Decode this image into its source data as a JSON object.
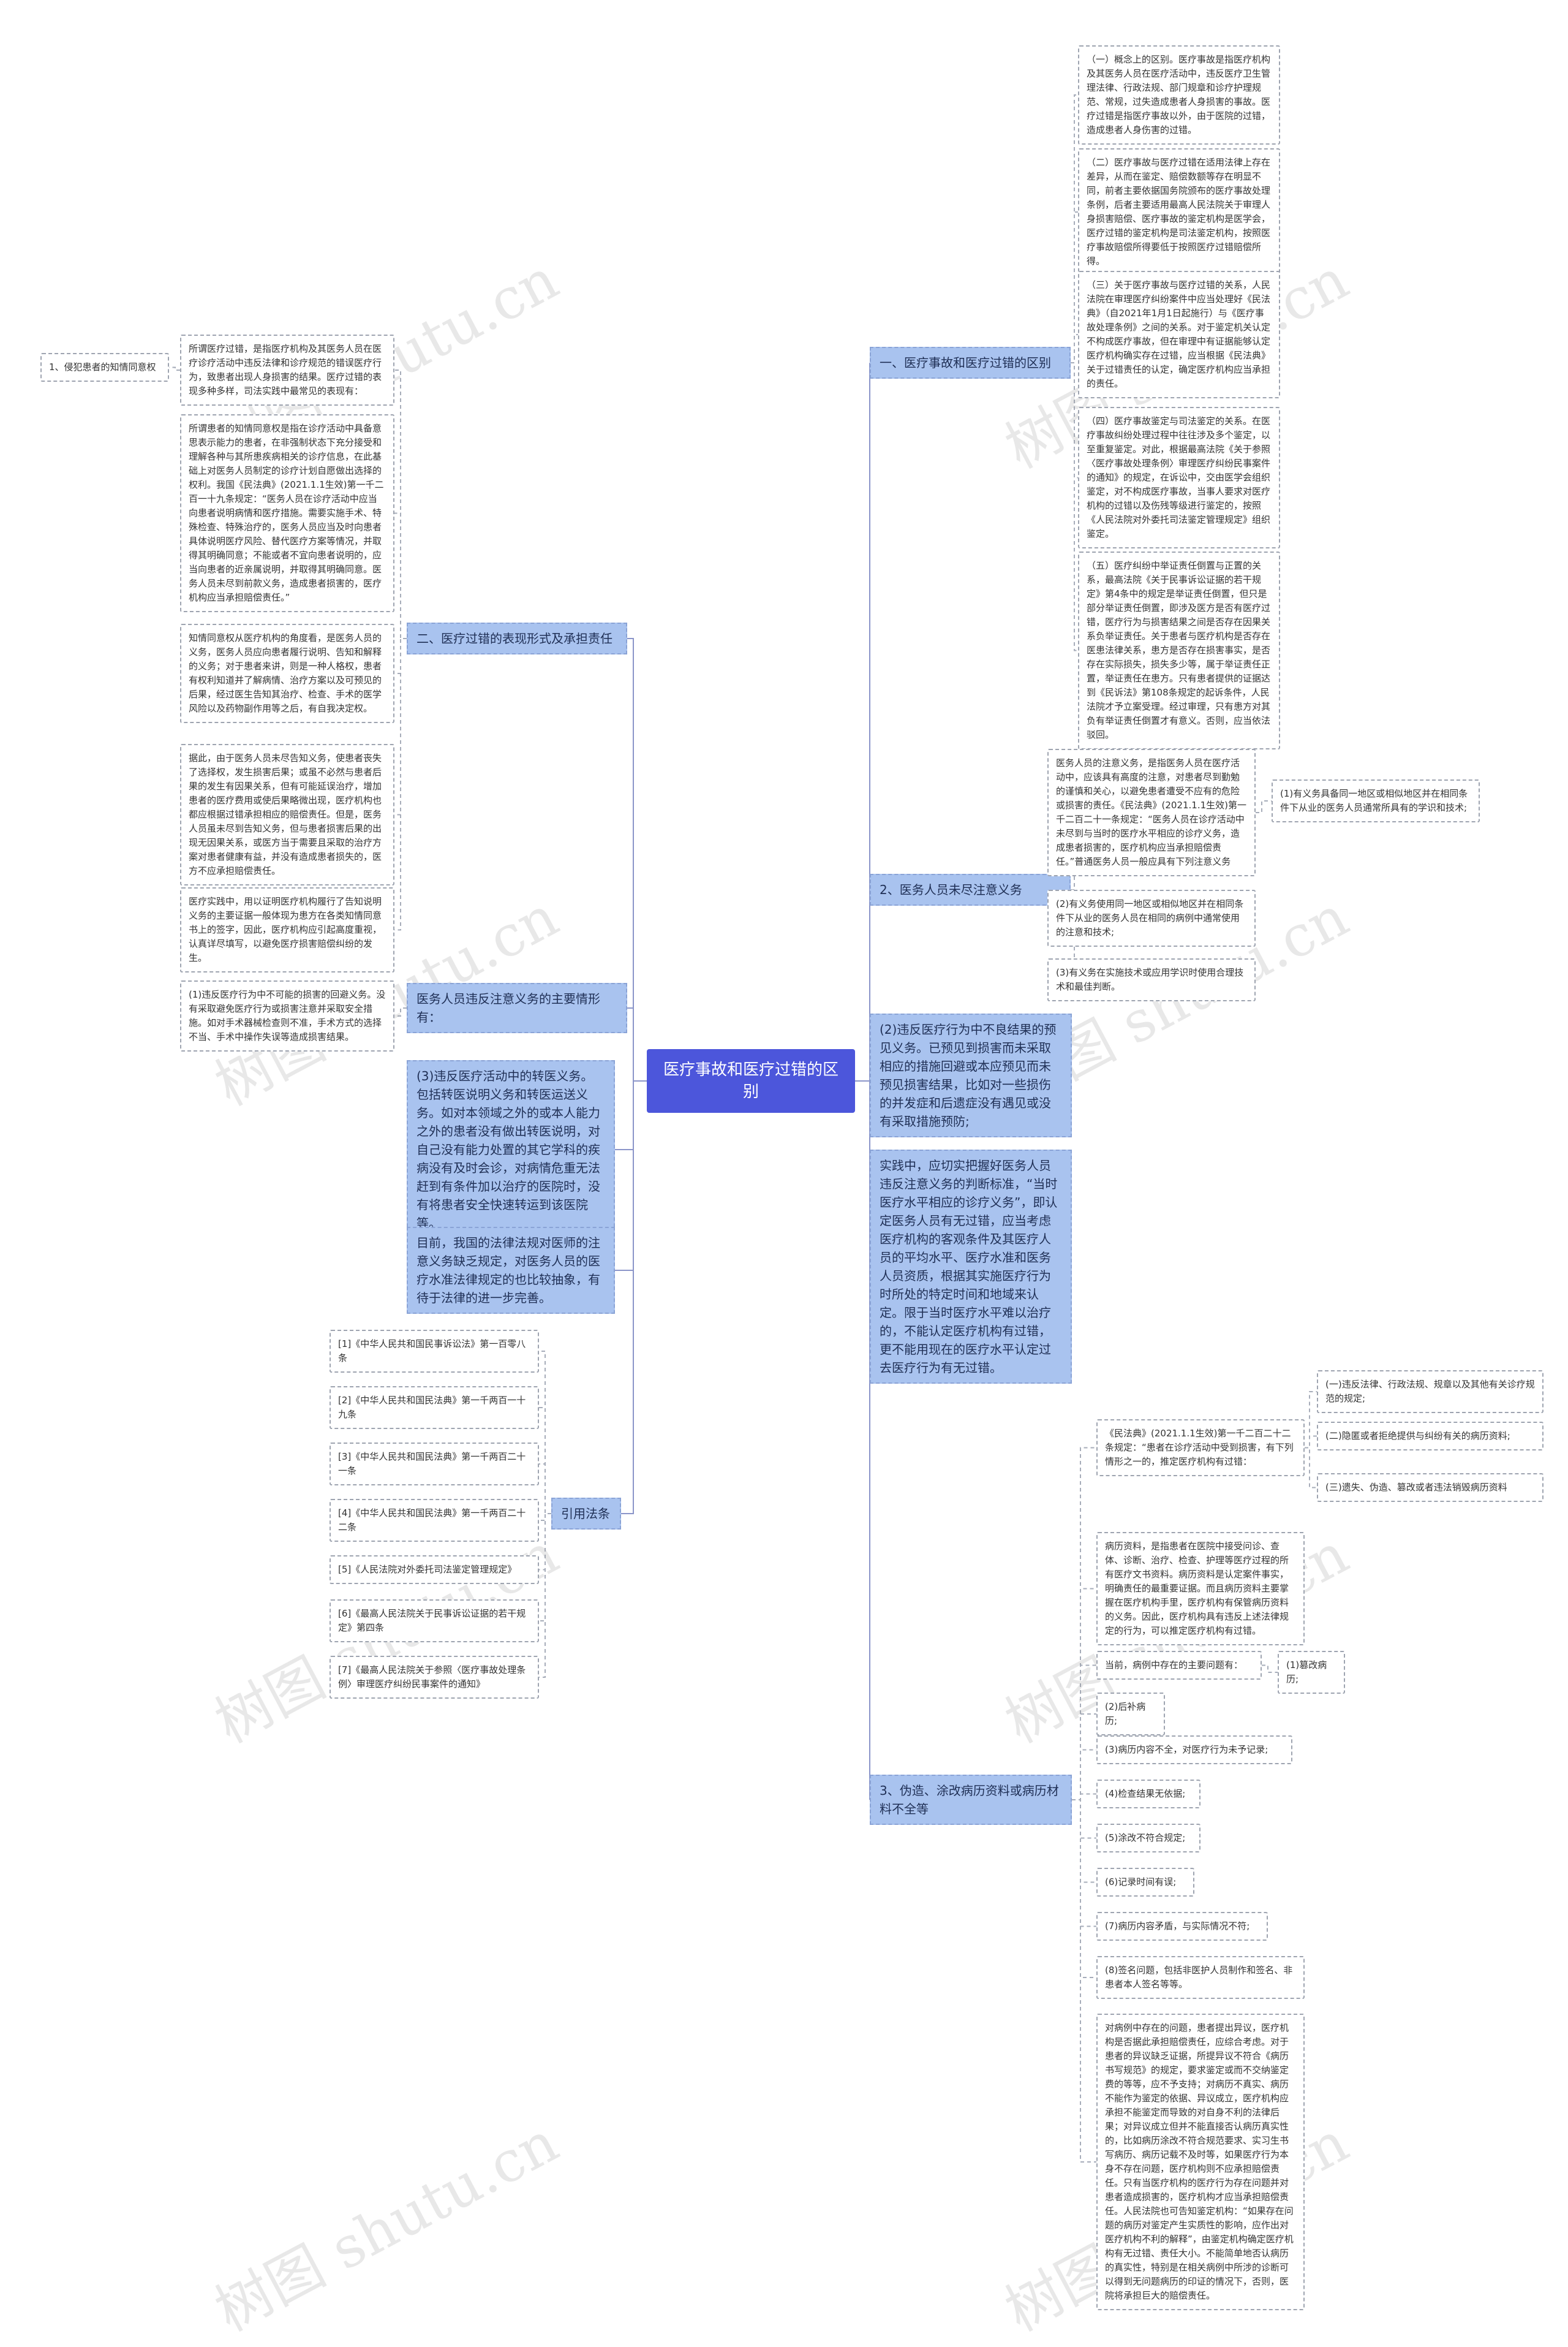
{
  "root": "医疗事故和医疗过错的区别",
  "right": {
    "b1": {
      "title": "一、医疗事故和医疗过错的区别",
      "items": [
        "（一）概念上的区别。医疗事故是指医疗机构及其医务人员在医疗活动中，违反医疗卫生管理法律、行政法规、部门规章和诊疗护理规范、常规，过失造成患者人身损害的事故。医疗过错是指医疗事故以外，由于医院的过错，造成患者人身伤害的过错。",
        "（二）医疗事故与医疗过错在适用法律上存在差异，从而在鉴定、赔偿数额等存在明显不同，前者主要依据国务院颁布的医疗事故处理条例，后者主要适用最高人民法院关于审理人身损害赔偿、医疗事故的鉴定机构是医学会，医疗过错的鉴定机构是司法鉴定机构，按照医疗事故赔偿所得要低于按照医疗过错赔偿所得。",
        "（三）关于医疗事故与医疗过错的关系，人民法院在审理医疗纠纷案件中应当处理好《民法典》（自2021年1月1日起施行）与《医疗事故处理条例》之间的关系。对于鉴定机关认定不构成医疗事故，但在审理中有证据能够认定医疗机构确实存在过错，应当根据《民法典》关于过错责任的认定，确定医疗机构应当承担的责任。",
        "（四）医疗事故鉴定与司法鉴定的关系。在医疗事故纠纷处理过程中往往涉及多个鉴定，以至重复鉴定。对此，根据最高法院《关于参照〈医疗事故处理条例〉审理医疗纠纷民事案件的通知》的规定，在诉讼中，交由医学会组织鉴定，对不构成医疗事故，当事人要求对医疗机构的过错以及伤残等级进行鉴定的，按照《人民法院对外委托司法鉴定管理规定》组织鉴定。",
        "（五）医疗纠纷中举证责任倒置与正置的关系，最高法院《关于民事诉讼证据的若干规定》第4条中的规定是举证责任倒置，但只是部分举证责任倒置，即涉及医方是否有医疗过错，医疗行为与损害结果之间是否存在因果关系负举证责任。关于患者与医疗机构是否存在医患法律关系，患方是否存在损害事实，是否存在实际损失，损失多少等，属于举证责任正置，举证责任在患方。只有患者提供的证据达到《民诉法》第108条规定的起诉条件，人民法院才予立案受理。经过审理，只有患方对其负有举证责任倒置才有意义。否则，应当依法驳回。"
      ]
    },
    "b2": {
      "title": "2、医务人员未尽注意义务",
      "main": "医务人员的注意义务，是指医务人员在医疗活动中，应该具有高度的注意，对患者尽到勤勉的谨慎和关心，以避免患者遭受不应有的危险或损害的责任。《民法典》(2021.1.1生效)第一千二百二十一条规定：“医务人员在诊疗活动中未尽到与当时的医疗水平相应的诊疗义务，造成患者损害的，医疗机构应当承担赔偿责任。”普通医务人员一般应具有下列注意义务",
      "sub": [
        "(1)有义务具备同一地区或相似地区并在相同条件下从业的医务人员通常所具有的学识和技术;",
        "(2)有义务使用同一地区或相似地区并在相同条件下从业的医务人员在相同的病例中通常使用的注意和技术;",
        "(3)有义务在实施技术或应用学识时使用合理技术和最佳判断。"
      ],
      "b2a": "(2)违反医疗行为中不良结果的预见义务。已预见到损害而未采取相应的措施回避或本应预见而未预见损害结果，比如对一些损伤的并发症和后遗症没有遇见或没有采取措施预防;",
      "b2b": "实践中，应切实把握好医务人员违反注意义务的判断标准，“当时医疗水平相应的诊疗义务”，即认定医务人员有无过错，应当考虑医疗机构的客观条件及其医疗人员的平均水平、医疗水准和医务人员资质，根据其实施医疗行为时所处的特定时间和地域来认定。限于当时医疗水平难以治疗的，不能认定医疗机构有过错，更不能用现在的医疗水平认定过去医疗行为有无过错。"
    },
    "b3": {
      "title": "3、伪造、涂改病历资料或病历材料不全等",
      "law": "《民法典》(2021.1.1生效)第一千二百二十二条规定：“患者在诊疗活动中受到损害，有下列情形之一的，推定医疗机构有过错：",
      "law_items": [
        "(一)违反法律、行政法规、规章以及其他有关诊疗规范的规定;",
        "(二)隐匿或者拒绝提供与纠纷有关的病历资料;",
        "(三)遗失、伪造、篡改或者违法销毁病历资料"
      ],
      "record": "病历资料，是指患者在医院中接受问诊、查体、诊断、治疗、检查、护理等医疗过程的所有医疗文书资料。病历资料是认定案件事实，明确责任的最重要证据。而且病历资料主要掌握在医疗机构手里，医疗机构有保管病历资料的义务。因此，医疗机构具有违反上述法律规定的行为，可以推定医疗机构有过错。",
      "problems_label": "当前，病例中存在的主要问题有：",
      "problems_first": "(1)篡改病历;",
      "problems": [
        "(2)后补病历;",
        "(3)病历内容不全，对医疗行为未予记录;",
        "(4)检查结果无依据;",
        "(5)涂改不符合规定;",
        "(6)记录时间有误;",
        "(7)病历内容矛盾，与实际情况不符;",
        "(8)签名问题，包括非医护人员制作和签名、非患者本人签名等等。"
      ],
      "final": "对病例中存在的问题，患者提出异议，医疗机构是否据此承担赔偿责任，应综合考虑。对于患者的异议缺乏证据，所提异议不符合《病历书写规范》的规定，要求鉴定或而不交纳鉴定费的等等，应不予支持；对病历不真实、病历不能作为鉴定的依据、异议成立，医疗机构应承担不能鉴定而导致的对自身不利的法律后果；对异议成立但并不能直接否认病历真实性的，比如病历涂改不符合规范要求、实习生书写病历、病历记载不及时等，如果医疗行为本身不存在问题，医疗机构则不应承担赔偿责任。只有当医疗机构的医疗行为存在问题并对患者造成损害的，医疗机构才应当承担赔偿责任。人民法院也可告知鉴定机构：“如果存在问题的病历对鉴定产生实质性的影响，应作出对医疗机构不利的解释”，由鉴定机构确定医疗机构有无过错、责任大小。不能简单地否认病历的真实性，特别是在相关病例中所涉的诊断可以得到无问题病历的印证的情况下，否则，医院将承担巨大的赔偿责任。"
    }
  },
  "left": {
    "b4": {
      "title": "二、医疗过错的表现形式及承担责任",
      "leaf": "1、侵犯患者的知情同意权",
      "mid1": "所谓医疗过错，是指医疗机构及其医务人员在医疗诊疗活动中违反法律和诊疗规范的错误医疗行为，致患者出现人身损害的结果。医疗过错的表现多种多样，司法实践中最常见的表现有：",
      "mid2": "所谓患者的知情同意权是指在诊疗活动中具备意思表示能力的患者，在非强制状态下充分接受和理解各种与其所患疾病相关的诊疗信息，在此基础上对医务人员制定的诊疗计划自愿做出选择的权利。我国《民法典》(2021.1.1生效)第一千二百一十九条规定：“医务人员在诊疗活动中应当向患者说明病情和医疗措施。需要实施手术、特殊检查、特殊治疗的，医务人员应当及时向患者具体说明医疗风险、替代医疗方案等情况，并取得其明确同意；不能或者不宜向患者说明的，应当向患者的近亲属说明，并取得其明确同意。医务人员未尽到前款义务，造成患者损害的，医疗机构应当承担赔偿责任。”",
      "mid3": "知情同意权从医疗机构的角度看，是医务人员的义务，医务人员应向患者履行说明、告知和解释的义务；对于患者来讲，则是一种人格权，患者有权利知道并了解病情、治疗方案以及可预见的后果，经过医生告知其治疗、检查、手术的医学风险以及药物副作用等之后，有自我决定权。",
      "mid4": "据此，由于医务人员未尽告知义务，使患者丧失了选择权，发生损害后果；或虽不必然与患者后果的发生有因果关系，但有可能延误治疗，增加患者的医疗费用或使后果略微出现，医疗机构也都应根据过错承担相应的赔偿责任。但是，医务人员虽未尽到告知义务，但与患者损害后果的出现无因果关系，或医方当于需要且采取的治疗方案对患者健康有益，并没有造成患者损失的，医方不应承担赔偿责任。",
      "mid5": "医疗实践中，用以证明医疗机构履行了告知说明义务的主要证据一般体现为患方在各类知情同意书上的签字，因此，医疗机构应引起高度重视，认真详尽填写，以避免医疗损害赔偿纠纷的发生。"
    },
    "b5": {
      "title": "医务人员违反注意义务的主要情形有：",
      "leaf": "(1)违反医疗行为中不可能的损害的回避义务。没有采取避免医疗行为或损害注意并采取安全措施。如对手术器械检查则不准，手术方式的选择不当、手术中操作失误等造成损害结果。"
    },
    "b6": "(3)违反医疗活动中的转医义务。包括转医说明义务和转医运送义务。如对本领域之外的或本人能力之外的患者没有做出转医说明，对自己没有能力处置的其它学科的疾病没有及时会诊，对病情危重无法赶到有条件加以治疗的医院时，没有将患者安全快速转运到该医院等。",
    "b7": "目前，我国的法律法规对医师的注意义务缺乏规定，对医务人员的医疗水准法律规定的也比较抽象，有待于法律的进一步完善。",
    "b8": {
      "title": "引用法条",
      "items": [
        "[1]《中华人民共和国民事诉讼法》第一百零八条",
        "[2]《中华人民共和国民法典》第一千两百一十九条",
        "[3]《中华人民共和国民法典》第一千两百二十一条",
        "[4]《中华人民共和国民法典》第一千两百二十二条",
        "[5]《人民法院对外委托司法鉴定管理规定》",
        "[6]《最高人民法院关于民事诉讼证据的若干规定》第四条",
        "[7]《最高人民法院关于参照〈医疗事故处理条例〉审理医疗纠纷民事案件的通知》"
      ]
    }
  },
  "watermark": "树图 shutu.cn"
}
